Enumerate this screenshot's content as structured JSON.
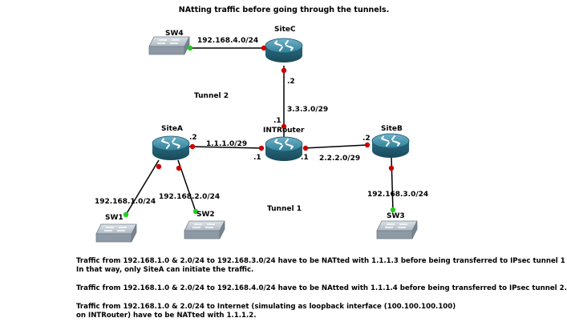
{
  "title": "NAtting traffic before going through the tunnels.",
  "devices": {
    "sw4": "SW4",
    "sitec": "SiteC",
    "sitea": "SiteA",
    "introuter": "INTRouter",
    "siteb": "SiteB",
    "sw1": "SW1",
    "sw2": "SW2",
    "sw3": "SW3"
  },
  "links": {
    "sw4_sitec": "192.168.4.0/24",
    "sitec_int": "3.3.3.0/29",
    "sitea_int": "1.1.1.0/29",
    "int_siteb": "2.2.2.0/29",
    "sitea_sw1": "192.168.1.0/24",
    "sitea_sw2": "192.168.2.0/24",
    "siteb_sw3": "192.168.3.0/24"
  },
  "interfaces": {
    "sitec_down": ".2",
    "int_up": ".1",
    "sitea_right": ".2",
    "int_left": ".1",
    "int_right": ".1",
    "siteb_left": ".2"
  },
  "tunnels": {
    "tunnel2": "Tunnel 2",
    "tunnel1": "Tunnel 1"
  },
  "notes": [
    [
      "Traffic  from 192.168.1.0 & 2.0/24 to 192.168.3.0/24 have to be NATted  with 1.1.1.3 before being transferred to IPsec tunnel 1",
      "In that way, only SiteA can initiate the traffic."
    ],
    [
      "Traffic from 192.168.1.0 & 2.0/24 to 192.168.4.0/24 have to be NAtted with 1.1.1.4 before being transferred to IPsec tunnel 2."
    ],
    [
      "Traffic from 192.168.1.0 & 2.0/24  to Internet (simulating as loopback interface (100.100.100.100)",
      "on INTRouter) have to be NATted with 1.1.1.2."
    ]
  ],
  "colors": {
    "link": "#000000",
    "port_down": "#cc0000",
    "port_up": "#22cc22",
    "router": "#2d6f86",
    "switch": "#a9b3bd"
  },
  "icons": {
    "router": "router-icon",
    "switch": "switch-icon"
  }
}
